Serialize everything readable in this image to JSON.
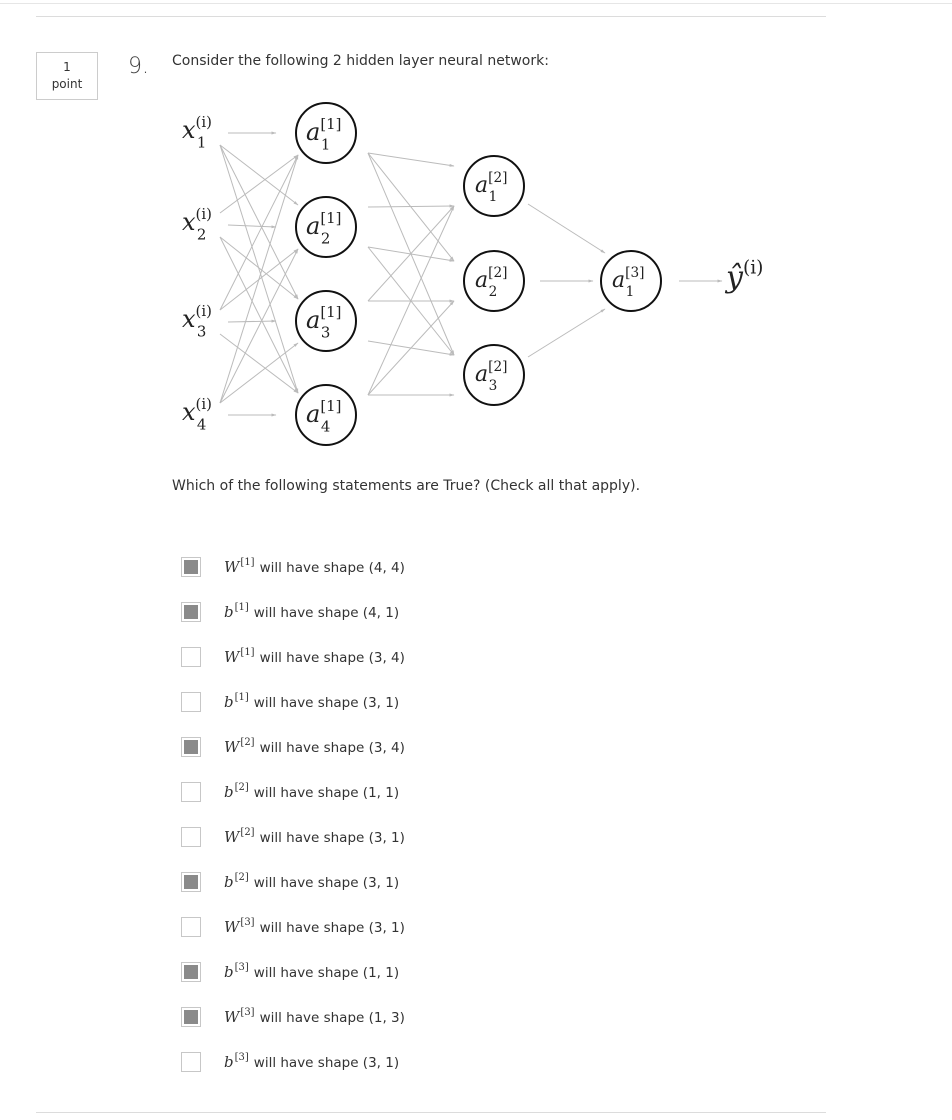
{
  "question": {
    "points_value": "1",
    "points_label": "point",
    "number": "9.",
    "prompt": "Consider the following 2 hidden layer neural network:",
    "sub_prompt": "Which of the following statements are True? (Check all that apply)."
  },
  "network": {
    "inputs": [
      {
        "base": "x",
        "sub": "1",
        "sup": "(i)"
      },
      {
        "base": "x",
        "sub": "2",
        "sup": "(i)"
      },
      {
        "base": "x",
        "sub": "3",
        "sup": "(i)"
      },
      {
        "base": "x",
        "sub": "4",
        "sup": "(i)"
      }
    ],
    "layer1": [
      {
        "base": "a",
        "sub": "1",
        "sup": "[1]"
      },
      {
        "base": "a",
        "sub": "2",
        "sup": "[1]"
      },
      {
        "base": "a",
        "sub": "3",
        "sup": "[1]"
      },
      {
        "base": "a",
        "sub": "4",
        "sup": "[1]"
      }
    ],
    "layer2": [
      {
        "base": "a",
        "sub": "1",
        "sup": "[2]"
      },
      {
        "base": "a",
        "sub": "2",
        "sup": "[2]"
      },
      {
        "base": "a",
        "sub": "3",
        "sup": "[2]"
      }
    ],
    "layer3": [
      {
        "base": "a",
        "sub": "1",
        "sup": "[3]"
      }
    ],
    "output": {
      "base": "ŷ",
      "sup": "(i)"
    }
  },
  "options": [
    {
      "var": "W",
      "sup": "[1]",
      "text": "will have shape (4, 4)",
      "checked": true
    },
    {
      "var": "b",
      "sup": "[1]",
      "text": "will have shape (4, 1)",
      "checked": true
    },
    {
      "var": "W",
      "sup": "[1]",
      "text": "will have shape (3, 4)",
      "checked": false
    },
    {
      "var": "b",
      "sup": "[1]",
      "text": "will have shape (3, 1)",
      "checked": false
    },
    {
      "var": "W",
      "sup": "[2]",
      "text": "will have shape (3, 4)",
      "checked": true
    },
    {
      "var": "b",
      "sup": "[2]",
      "text": "will have shape (1, 1)",
      "checked": false
    },
    {
      "var": "W",
      "sup": "[2]",
      "text": "will have shape (3, 1)",
      "checked": false
    },
    {
      "var": "b",
      "sup": "[2]",
      "text": "will have shape (3, 1)",
      "checked": true
    },
    {
      "var": "W",
      "sup": "[3]",
      "text": "will have shape (3, 1)",
      "checked": false
    },
    {
      "var": "b",
      "sup": "[3]",
      "text": "will have shape (1, 1)",
      "checked": true
    },
    {
      "var": "W",
      "sup": "[3]",
      "text": "will have shape (1, 3)",
      "checked": true
    },
    {
      "var": "b",
      "sup": "[3]",
      "text": "will have shape (3, 1)",
      "checked": false
    }
  ]
}
